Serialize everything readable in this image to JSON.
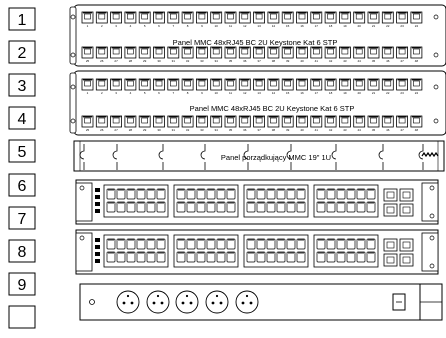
{
  "rack_units": [
    "1",
    "2",
    "3",
    "4",
    "5",
    "6",
    "7",
    "8",
    "9",
    ""
  ],
  "panels": [
    {
      "type": "patch-panel",
      "label": "Panel MMC 48xRJ45 BC 2U Keystone Kat 6 STP",
      "ports_per_row": 24
    },
    {
      "type": "patch-panel",
      "label": "Panel MMC 48xRJ45 BC 2U Keystone Kat 6 STP",
      "ports_per_row": 24
    },
    {
      "type": "cable-manager",
      "label": "Panel porządkujący MMC 19\" 1U"
    },
    {
      "type": "switch",
      "label": "",
      "port_groups": 4
    },
    {
      "type": "switch",
      "label": "",
      "port_groups": 4
    },
    {
      "type": "power-strip",
      "label": "",
      "sockets": 5
    }
  ],
  "colors": {
    "line": "#000000",
    "background": "#ffffff"
  }
}
